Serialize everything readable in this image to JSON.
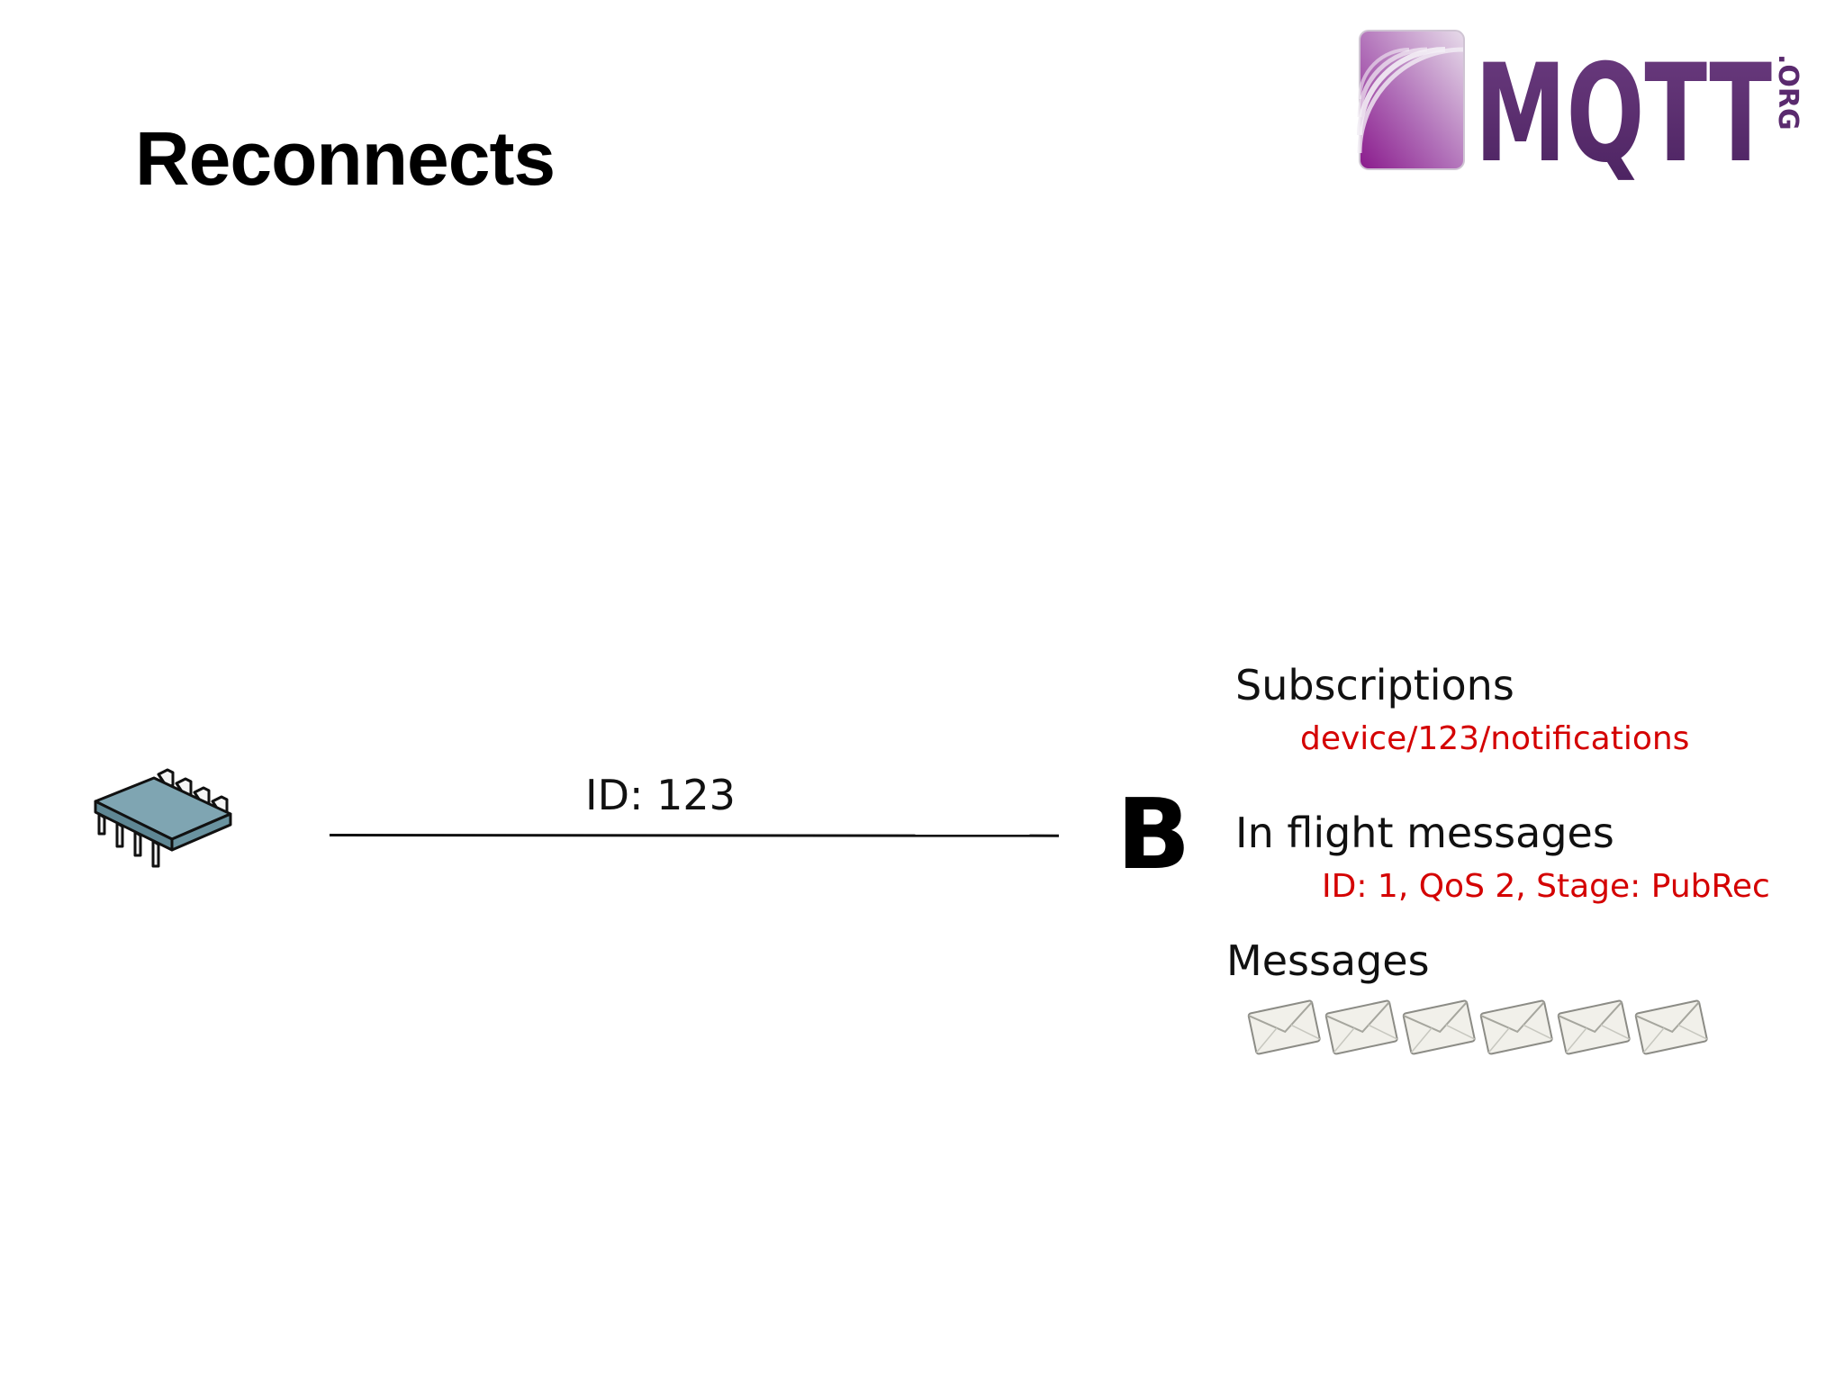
{
  "slide": {
    "title": "Reconnects"
  },
  "logo": {
    "brand_text": "MQTT",
    "suffix_text": ".ORG"
  },
  "connection": {
    "label": "ID: 123"
  },
  "broker": {
    "letter": "B"
  },
  "session": {
    "subscriptions_heading": "Subscriptions",
    "subscriptions": [
      "device/123/notifications"
    ],
    "inflight_heading": "In flight messages",
    "inflight": [
      "ID: 1, QoS 2, Stage: PubRec"
    ],
    "messages_heading": "Messages",
    "message_count": 6
  },
  "icons": {
    "logo": "mqtt-org-logo",
    "device": "microchip-icon",
    "message": "envelope-icon"
  },
  "colors": {
    "accent_red": "#d40000",
    "logo_purple": "#5a2a6e"
  }
}
